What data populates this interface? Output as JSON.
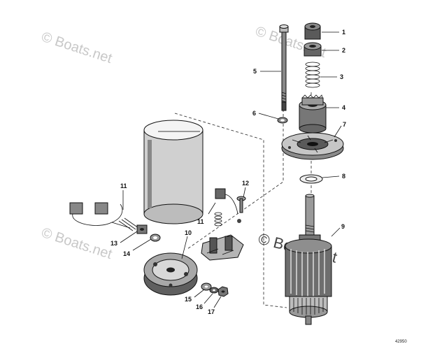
{
  "watermarks": [
    {
      "id": "wm-top-left",
      "text": "© Boats.net"
    },
    {
      "id": "wm-top-right",
      "text": "© Boats.net"
    },
    {
      "id": "wm-bottom-left",
      "text": "© Boats.net"
    },
    {
      "id": "wm-center",
      "text": "© Boats.net"
    }
  ],
  "callouts": {
    "c1": "1",
    "c2": "2",
    "c3": "3",
    "c4": "4",
    "c5": "5",
    "c6": "6",
    "c7": "7",
    "c8": "8",
    "c9": "9",
    "c10": "10",
    "c11a": "11",
    "c11b": "11",
    "c12": "12",
    "c13": "13",
    "c14": "14",
    "c15": "15",
    "c16": "16",
    "c17": "17"
  },
  "figure_ref": "42950"
}
